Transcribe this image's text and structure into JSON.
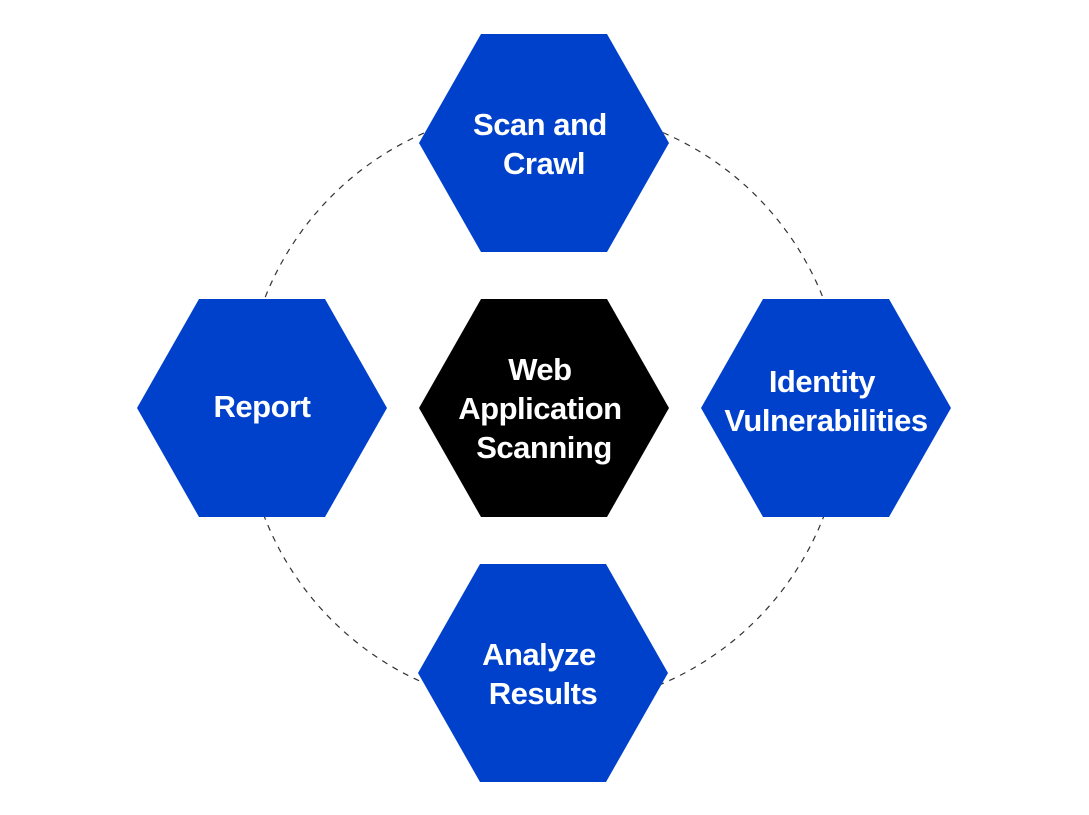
{
  "colors": {
    "step_fill": "#0041cc",
    "center_fill": "#000000",
    "label_color": "#ffffff",
    "ring_stroke": "#333333",
    "background": "#ffffff"
  },
  "center": {
    "lines": [
      "Web",
      "Application",
      "Scanning"
    ]
  },
  "steps": [
    {
      "id": "scan-and-crawl",
      "lines": [
        "Scan and",
        "Crawl"
      ]
    },
    {
      "id": "identity-vulnerabilities",
      "lines": [
        "Identity",
        "Vulnerabilities"
      ]
    },
    {
      "id": "analyze-results",
      "lines": [
        "Analyze",
        "Results"
      ]
    },
    {
      "id": "report",
      "lines": [
        "Report"
      ]
    }
  ]
}
